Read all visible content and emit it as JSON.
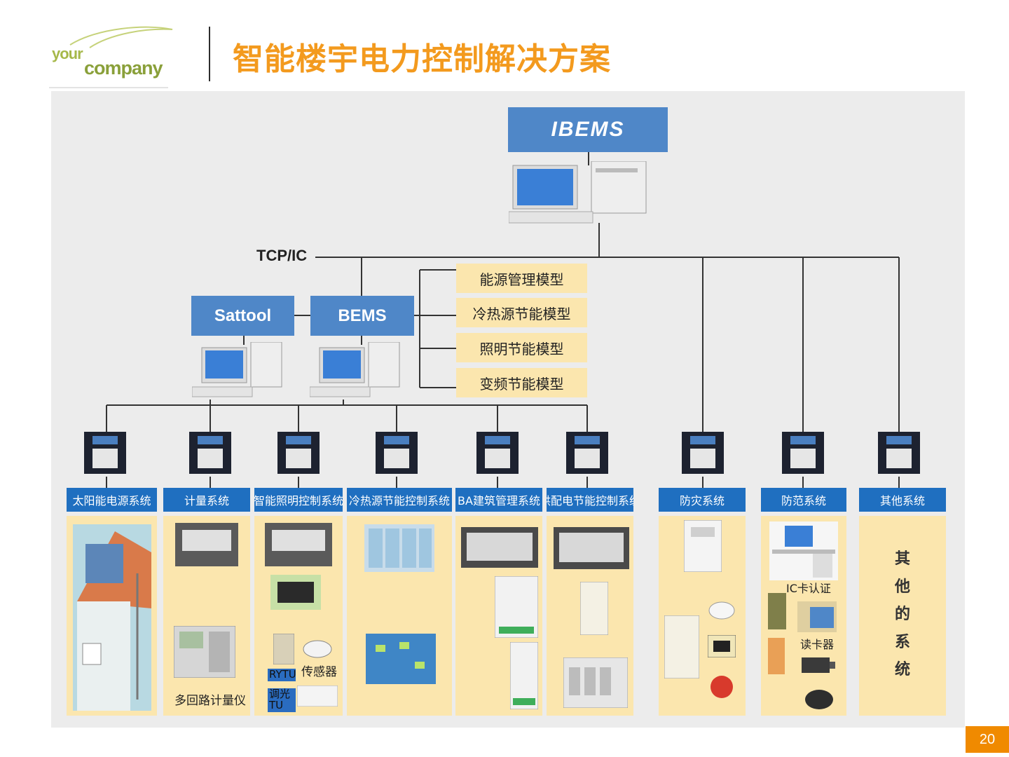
{
  "slide": {
    "title": "智能楼宇电力控制解决方案",
    "page_number": "20"
  },
  "logo": {
    "line1": "your",
    "line2": "company"
  },
  "top_system": {
    "label": "IBEMS"
  },
  "network_label": "TCP/IC",
  "servers": [
    {
      "label": "Sattool"
    },
    {
      "label": "BEMS"
    }
  ],
  "models": [
    "能源管理模型",
    "冷热源节能模型",
    "照明节能模型",
    "变频节能模型"
  ],
  "subsystems": [
    {
      "label": "太阳能电源系统"
    },
    {
      "label": "计量系统",
      "caption": "多回路计量仪"
    },
    {
      "label": "智能照明控制系统",
      "tag1": "RYTU",
      "tag2": "调光\nTU",
      "sensor": "传感器"
    },
    {
      "label": "冷热源节能控制系统"
    },
    {
      "label": "BA建筑管理系统"
    },
    {
      "label": "供配电节能控制系统"
    },
    {
      "label": "防灾系统"
    },
    {
      "label": "防范系统",
      "caption1": "IC卡认证",
      "caption2": "读卡器"
    },
    {
      "label": "其他系统",
      "body_text": "其\n他\n的\n系\n统"
    }
  ],
  "colors": {
    "title": "#f39a1e",
    "system_box": "#4f87c8",
    "subsystem_header": "#1f6fc0",
    "model_fill": "#fbe6ae",
    "page_badge": "#f08a00"
  }
}
